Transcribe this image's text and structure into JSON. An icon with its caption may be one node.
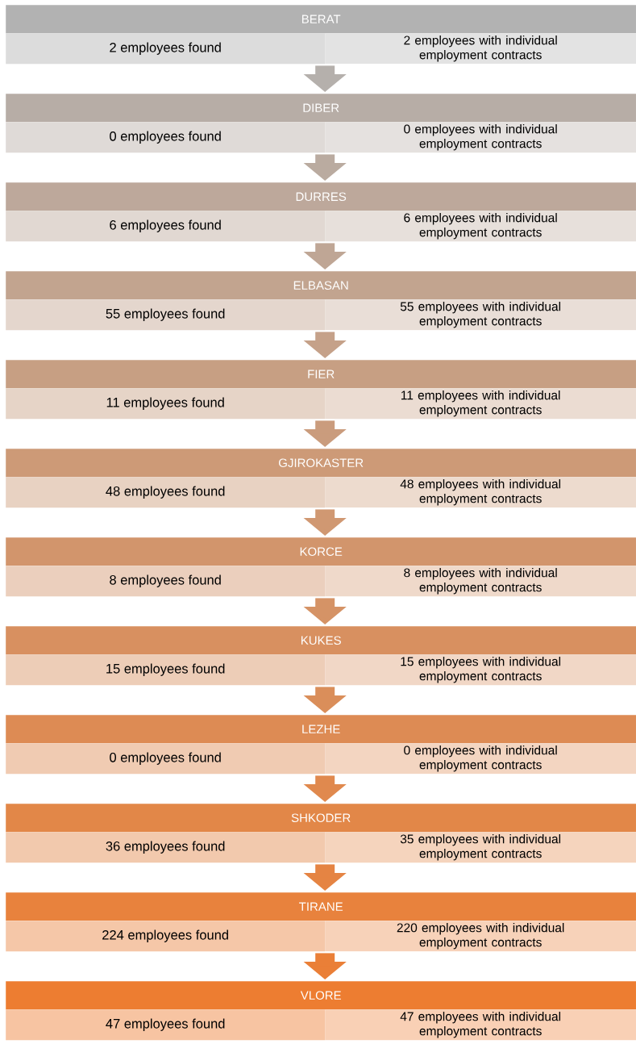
{
  "diagram": {
    "nodes": [
      {
        "text": [
          "BERAT",
          "2 employees found",
          "2 employees with individual employment contracts"
        ]
      },
      {
        "text": [
          "DIBER",
          "0 employees found",
          "0 employees with individual employment contracts"
        ]
      },
      {
        "text": [
          "DURRES",
          "6 employees found",
          "6 employees with individual employment contracts"
        ]
      },
      {
        "text": [
          "ELBASAN",
          "55 employees found",
          "55 employees with individual employment contracts"
        ]
      },
      {
        "text": [
          "FIER",
          "11 employees found",
          "11 employees with individual employment contracts"
        ]
      },
      {
        "text": [
          "GJIROKASTER",
          "48 employees found",
          "48 employees with individual employment contracts"
        ]
      },
      {
        "text": [
          "KORCE",
          "8 employees found",
          "8 employees with individual employment contracts"
        ]
      },
      {
        "text": [
          "KUKES",
          "15 employees found",
          "15 employees with individual employment contracts"
        ]
      },
      {
        "text": [
          "LEZHE",
          "0 employees found",
          "0 employees with individual employment contracts"
        ]
      },
      {
        "text": [
          "SHKODER",
          "36 employees found",
          "35 employees with individual employment contracts"
        ]
      },
      {
        "text": [
          "TIRANE",
          "224 employees found",
          "220 employees with individual employment contracts"
        ]
      },
      {
        "text": [
          "VLORE",
          "47 employees found",
          "47 employees with individual employment contracts"
        ]
      }
    ],
    "edges": [
      {
        "from": 0,
        "to": 1,
        "arrow": "to",
        "color": "#b5b0ac"
      },
      {
        "from": 1,
        "to": 2,
        "arrow": "to",
        "color": "#baaba0"
      },
      {
        "from": 2,
        "to": 3,
        "arrow": "to",
        "color": "#bfa695"
      },
      {
        "from": 3,
        "to": 4,
        "arrow": "to",
        "color": "#c5a189"
      },
      {
        "from": 4,
        "to": 5,
        "arrow": "to",
        "color": "#ca9c7d"
      },
      {
        "from": 5,
        "to": 6,
        "arrow": "to",
        "color": "#d09872"
      },
      {
        "from": 6,
        "to": 7,
        "arrow": "to",
        "color": "#d59366"
      },
      {
        "from": 7,
        "to": 8,
        "arrow": "to",
        "color": "#da8e5a"
      },
      {
        "from": 8,
        "to": 9,
        "arrow": "to",
        "color": "#e0894e"
      },
      {
        "from": 9,
        "to": 10,
        "arrow": "to",
        "color": "#e58443"
      },
      {
        "from": 10,
        "to": 11,
        "arrow": "to",
        "color": "#ea7f37"
      }
    ]
  }
}
